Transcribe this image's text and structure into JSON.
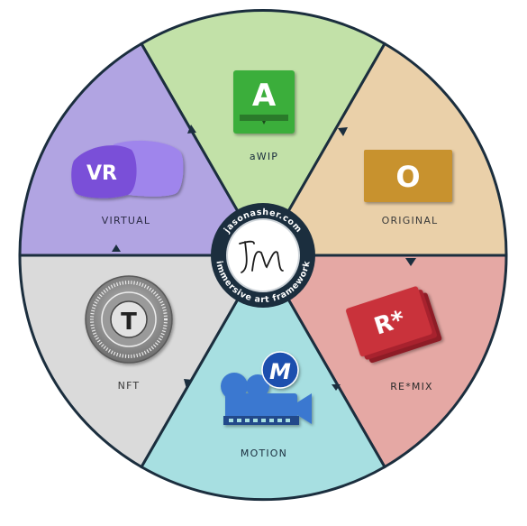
{
  "center": {
    "monogram": "JM",
    "ring_top": "jasonasher.com",
    "ring_bottom": "immersive art framework"
  },
  "segments": {
    "awip": {
      "label": "aWIP",
      "badge": "A",
      "color": "#c2e1a8"
    },
    "original": {
      "label": "ORIGINAL",
      "badge": "O",
      "color": "#ead0a9"
    },
    "remix": {
      "label": "RE*MIX",
      "badge": "R*",
      "color": "#e5a8a4"
    },
    "motion": {
      "label": "MOTION",
      "badge": "M",
      "color": "#a7dfe1"
    },
    "nft": {
      "label": "NFT",
      "badge": "T",
      "color": "#dadada"
    },
    "virtual": {
      "label": "VIRTUAL",
      "badge": "VR",
      "color": "#b1a4e2"
    }
  },
  "colors": {
    "outline": "#1b2e3e",
    "awip_icon": "#3aae3a",
    "original_icon": "#c8922e",
    "remix_icon": "#c9303a",
    "motion_icon": "#3a78d0",
    "nft_icon": "#8a8a8a",
    "virtual_icon": "#7a4fd8"
  },
  "icons": {
    "awip": "a-badge-icon",
    "original": "o-badge-icon",
    "remix": "remix-cards-icon",
    "motion": "film-camera-icon",
    "nft": "nft-coin-icon",
    "virtual": "vr-headset-icon"
  }
}
